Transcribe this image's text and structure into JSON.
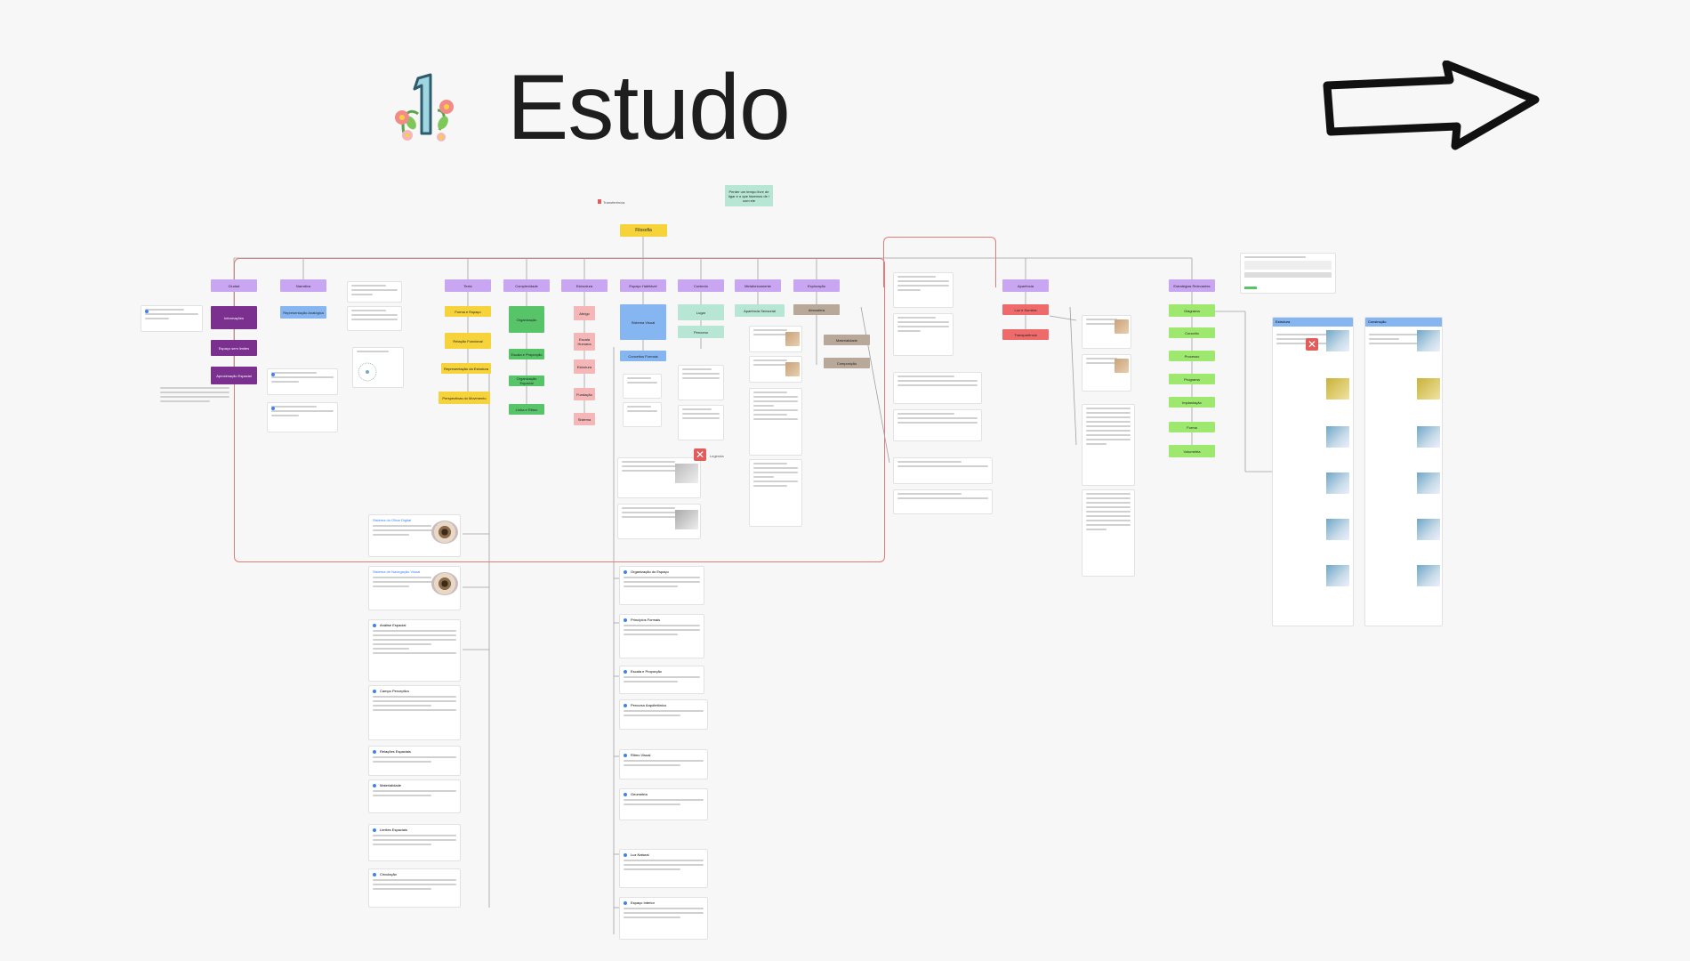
{
  "page": {
    "title": "Estudo",
    "badge_number": "1"
  },
  "mindmap": {
    "root": "Filosofia",
    "top_note": "Perder um tempo livre de ligar e o que fazemos de / com ele",
    "breadcrumb": "Transferência",
    "branches": [
      {
        "label": "Ciudad",
        "color": "#c9a6f2"
      },
      {
        "label": "Narrativa",
        "color": "#c9a6f2"
      },
      {
        "label": "Texto",
        "color": "#c9a6f2"
      },
      {
        "label": "Complexidade",
        "color": "#c9a6f2"
      },
      {
        "label": "Estructura",
        "color": "#c9a6f2"
      },
      {
        "label": "Espaço Habitável",
        "color": "#c9a6f2"
      },
      {
        "label": "Contexto",
        "color": "#c9a6f2"
      },
      {
        "label": "Metaforicamente",
        "color": "#c9a6f2"
      },
      {
        "label": "Exploração",
        "color": "#c9a6f2"
      },
      {
        "label": "Aparência",
        "color": "#c9a6f2"
      },
      {
        "label": "Estratégias Relevantes",
        "color": "#c9a6f2"
      }
    ],
    "ciudad_children": [
      "Informações",
      "Espaço sem limites",
      "Aproximação Espacial"
    ],
    "narrativa_child": "Representação Analógica",
    "texto_children": [
      "Forma e Espaço",
      "Relação Funcional",
      "Representação da Estrutura",
      "Perspectivas do Movimento"
    ],
    "complex_children": [
      "Organização",
      "Escala e Proporção",
      "Organização Espacial",
      "Linha e Ritmo"
    ],
    "estructura_children": [
      "Abrigo",
      "Escala Humana",
      "Estrutura",
      "Fundação",
      "Sistema"
    ],
    "espaco_children": [
      "Sistema Visual",
      "Conceitos Formais"
    ],
    "contexto_children": [
      "Lugar",
      "Percurso"
    ],
    "metafor_child": "Aparência Sensorial",
    "explor_children": [
      "Atmosfera",
      "Materialidade",
      "Composição"
    ],
    "aparencia_children": [
      "Luz e Sombra",
      "Transparência"
    ],
    "estrategias_children": [
      "Diagrama",
      "Conceito",
      "Processo",
      "Programa",
      "Implantação",
      "Forma",
      "Volumetria"
    ],
    "side_panels": [
      "Estrutura",
      "Construção"
    ],
    "cards_left": [
      "Sistema do Olhar Digital",
      "Sistema de Navegação Visual",
      "Análise Espacial",
      "Campo Perceptivo",
      "Relações Espaciais",
      "Materialidade",
      "Limites Espaciais",
      "Circulação"
    ],
    "cards_center": [
      "Organização do Espaço",
      "Princípios Formais",
      "Escala e Proporção",
      "Percurso Arquitetônico",
      "Ritmo Visual",
      "Geometria",
      "Luz Natural",
      "Espaço Interior"
    ],
    "annotation": "Legenda"
  },
  "colors": {
    "purple": "#c9a6f2",
    "dark_purple": "#7b2f8f",
    "yellow": "#f6d33b",
    "green": "#57c46a",
    "light_green": "#9ee870",
    "pink": "#f4b6b6",
    "blue": "#86b6f2",
    "teal": "#b8e6d4",
    "tan": "#b8a89a",
    "red": "#ef6a6a",
    "frame_red": "#e47a7a",
    "line": "#9a9a9a"
  }
}
